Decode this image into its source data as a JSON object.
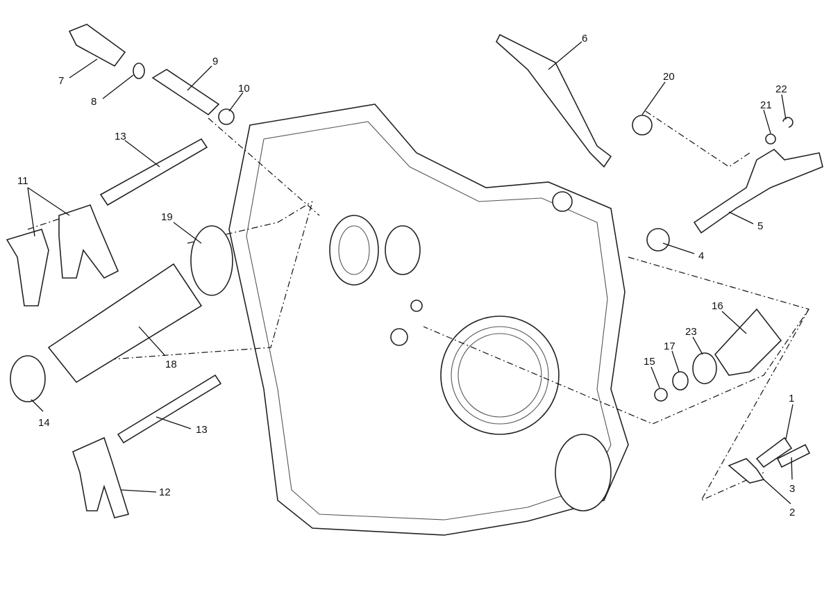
{
  "diagram": {
    "title": "Gearshift mechanism exploded view",
    "callouts": {
      "c1": "1",
      "c2": "2",
      "c3": "3",
      "c4": "4",
      "c5": "5",
      "c6": "6",
      "c7": "7",
      "c8": "8",
      "c9": "9",
      "c10": "10",
      "c11": "11",
      "c12": "12",
      "c13a": "13",
      "c13b": "13",
      "c14": "14",
      "c15": "15",
      "c16": "16",
      "c17": "17",
      "c18": "18",
      "c19": "19",
      "c20": "20",
      "c21": "21",
      "c22": "22",
      "c23": "23"
    }
  }
}
